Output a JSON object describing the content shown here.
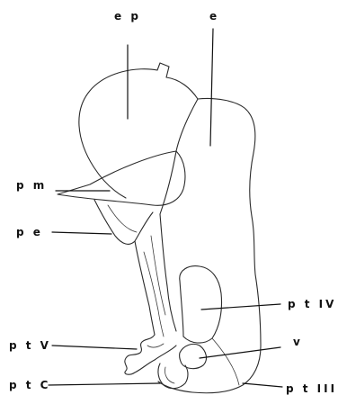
{
  "labels": {
    "ep": "e p",
    "e": "e",
    "pm": "p m",
    "pe": "p e",
    "ptIV": "p t IV",
    "ptV": "p t V",
    "v": "v",
    "ptC": "p t C",
    "ptIII": "p t III"
  }
}
